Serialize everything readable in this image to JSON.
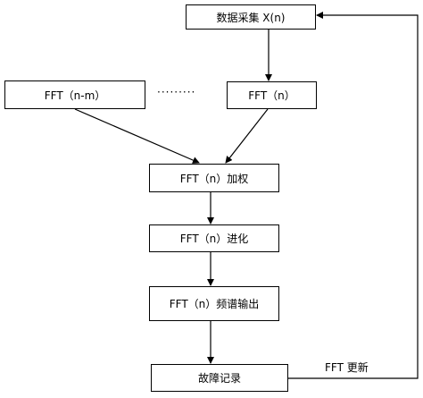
{
  "boxes": {
    "data_acquisition": "数据采集 X(n)",
    "fft_nm": "FFT（n-m）",
    "fft_n": "FFT（n）",
    "fft_weighted": "FFT（n）加权",
    "fft_evolution": "FFT（n）进化",
    "fft_spectrum_output": "FFT（n）频谱输出",
    "fault_record": "故障记录"
  },
  "ellipsis": "·········",
  "feedback_label": "FFT 更新"
}
